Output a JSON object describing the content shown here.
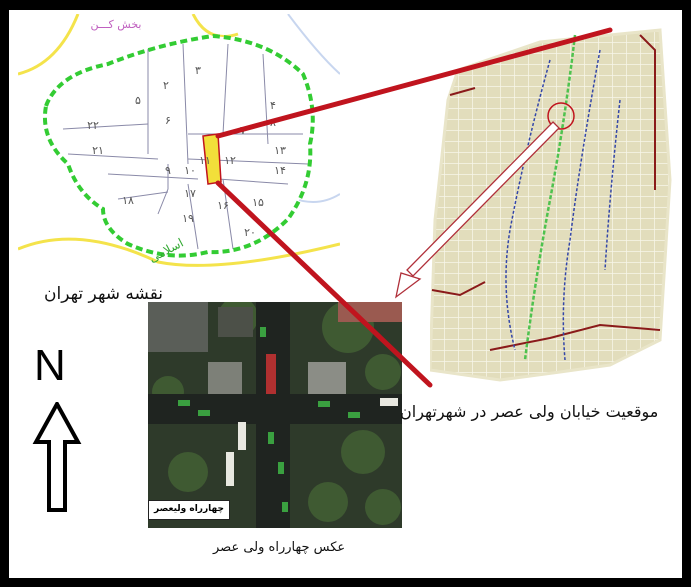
{
  "captions": {
    "city_map": "نقشه شهر تهران",
    "street_location": "موقعیت خیابان ولی عصر در شهرتهران",
    "aerial_photo": "عکس چهارراه ولی عصر",
    "aerial_label": "چهارراه ولیعصر"
  },
  "north": {
    "letter": "N"
  },
  "map_labels": {
    "district_header": "بخش کـــن",
    "highway_label": "اسلامی",
    "district_numbers": [
      "۵",
      "۲",
      "۳",
      "۴",
      "۶",
      "۷",
      "۸",
      "۲۲",
      "۲۱",
      "۹",
      "۱۰",
      "۱۱",
      "۱۲",
      "۱۳",
      "۱۴",
      "۱۸",
      "۱۷",
      "۱۹",
      "۱۶",
      "۱۵",
      "۲۰"
    ]
  },
  "colors": {
    "boundary_green": "#33cc33",
    "district_line": "#8a8aa8",
    "highlight_district": "#f2df3a",
    "connector_red": "#c0141e",
    "street_map_bg": "#e7e2c4",
    "road_yellow": "#f4e34b",
    "aerial_bg": "#2e3a2a"
  }
}
